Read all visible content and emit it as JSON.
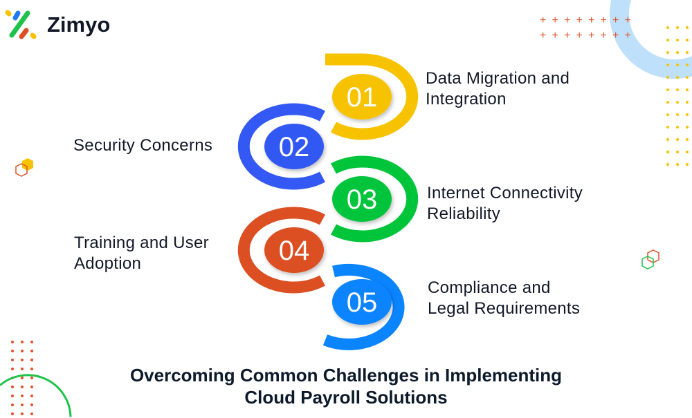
{
  "brand": {
    "name": "Zimyo"
  },
  "colors": {
    "step1": "#f7c300",
    "step2": "#3358f4",
    "step3": "#00c43a",
    "step4": "#dc4f22",
    "step5": "#0a84ff",
    "accent_plus": "#e0522a",
    "ring_light": "#bfe0fb"
  },
  "steps": [
    {
      "number": "01",
      "line1": "Data Migration and",
      "line2": "Integration"
    },
    {
      "number": "02",
      "line1": "Security Concerns",
      "line2": ""
    },
    {
      "number": "03",
      "line1": "Internet Connectivity",
      "line2": "Reliability"
    },
    {
      "number": "04",
      "line1": "Training and User",
      "line2": "Adoption"
    },
    {
      "number": "05",
      "line1": "Compliance and",
      "line2": "Legal Requirements"
    }
  ],
  "title": {
    "line1": "Overcoming Common Challenges in Implementing",
    "line2": "Cloud Payroll Solutions"
  }
}
